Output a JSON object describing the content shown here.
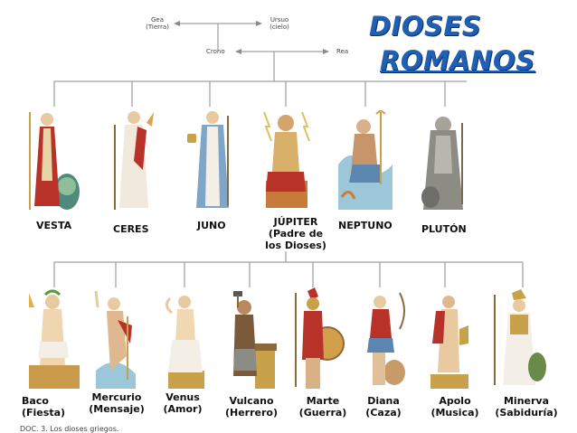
{
  "title": {
    "line1": "DIOSES",
    "line2": "ROMANOS"
  },
  "ancestors": {
    "gea": {
      "name": "Gea",
      "meaning": "(Tierra)"
    },
    "ursuo": {
      "name": "Ursuo",
      "meaning": "(cielo)"
    },
    "crono": {
      "name": "Crono"
    },
    "rea": {
      "name": "Rea"
    }
  },
  "first_generation": [
    {
      "name": "VESTA"
    },
    {
      "name": "CERES"
    },
    {
      "name": "JUNO"
    },
    {
      "name": "JÚPITER",
      "line2": "(Padre de",
      "line3": "los Dioses)"
    },
    {
      "name": "NEPTUNO"
    },
    {
      "name": "PLUTÓN"
    }
  ],
  "second_generation": [
    {
      "name": "Baco",
      "role": "(Fiesta)"
    },
    {
      "name": "Mercurio",
      "role": "(Mensaje)"
    },
    {
      "name": "Venus",
      "role": "(Amor)"
    },
    {
      "name": "Vulcano",
      "role": "(Herrero)"
    },
    {
      "name": "Marte",
      "role": "(Guerra)"
    },
    {
      "name": "Diana",
      "role": "(Caza)"
    },
    {
      "name": "Apolo",
      "role": "(Musica)"
    },
    {
      "name": "Minerva",
      "role": "(Sabiduría)"
    }
  ],
  "caption": "DOC. 3. Los dioses griegos.",
  "colors": {
    "title_blue": "#1f5fb4",
    "line_gray": "#8a8a8a",
    "robe_red": "#b8322a",
    "robe_blue": "#7fa6c8",
    "robe_gray": "#8c8c84",
    "skin": "#e9c9a0",
    "gold": "#c8a24a"
  }
}
